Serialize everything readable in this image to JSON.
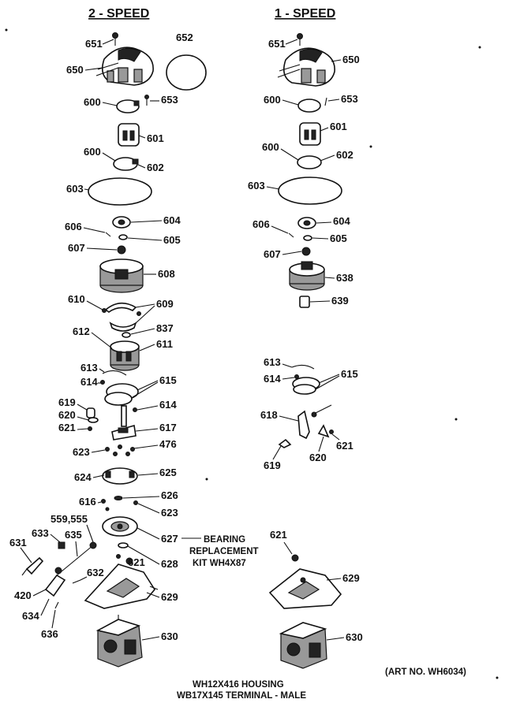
{
  "headings": {
    "two_speed": "2 - SPEED",
    "one_speed": "1 - SPEED"
  },
  "art_no": "(ART NO. WH6034)",
  "bearing_note": [
    "BEARING",
    "REPLACEMENT",
    "KIT WH4X87"
  ],
  "footer": [
    "WH12X416 HOUSING",
    "WB17X145 TERMINAL - MALE"
  ],
  "labels_left": [
    {
      "id": "651",
      "text": "651"
    },
    {
      "id": "652",
      "text": "652"
    },
    {
      "id": "650",
      "text": "650"
    },
    {
      "id": "600a",
      "text": "600"
    },
    {
      "id": "653",
      "text": "653"
    },
    {
      "id": "601",
      "text": "601"
    },
    {
      "id": "600b",
      "text": "600"
    },
    {
      "id": "602",
      "text": "602"
    },
    {
      "id": "603",
      "text": "603"
    },
    {
      "id": "604",
      "text": "604"
    },
    {
      "id": "606",
      "text": "606"
    },
    {
      "id": "605",
      "text": "605"
    },
    {
      "id": "607",
      "text": "607"
    },
    {
      "id": "608",
      "text": "608"
    },
    {
      "id": "610",
      "text": "610"
    },
    {
      "id": "609",
      "text": "609"
    },
    {
      "id": "837",
      "text": "837"
    },
    {
      "id": "612",
      "text": "612"
    },
    {
      "id": "611",
      "text": "611"
    },
    {
      "id": "613",
      "text": "613"
    },
    {
      "id": "615",
      "text": "615"
    },
    {
      "id": "614a",
      "text": "614"
    },
    {
      "id": "614b",
      "text": "614"
    },
    {
      "id": "619",
      "text": "619"
    },
    {
      "id": "620",
      "text": "620"
    },
    {
      "id": "621a",
      "text": "621"
    },
    {
      "id": "617",
      "text": "617"
    },
    {
      "id": "623a",
      "text": "623"
    },
    {
      "id": "476",
      "text": "476"
    },
    {
      "id": "624",
      "text": "624"
    },
    {
      "id": "625",
      "text": "625"
    },
    {
      "id": "616",
      "text": "616"
    },
    {
      "id": "626",
      "text": "626"
    },
    {
      "id": "623b",
      "text": "623"
    },
    {
      "id": "559",
      "text": "559,555"
    },
    {
      "id": "633",
      "text": "633"
    },
    {
      "id": "635",
      "text": "635"
    },
    {
      "id": "627",
      "text": "627"
    },
    {
      "id": "631",
      "text": "631"
    },
    {
      "id": "621b",
      "text": "621"
    },
    {
      "id": "628",
      "text": "628"
    },
    {
      "id": "632",
      "text": "632"
    },
    {
      "id": "420",
      "text": "420"
    },
    {
      "id": "629",
      "text": "629"
    },
    {
      "id": "634",
      "text": "634"
    },
    {
      "id": "636",
      "text": "636"
    },
    {
      "id": "630",
      "text": "630"
    }
  ],
  "labels_right": [
    {
      "id": "651",
      "text": "651"
    },
    {
      "id": "650",
      "text": "650"
    },
    {
      "id": "600a",
      "text": "600"
    },
    {
      "id": "653",
      "text": "653"
    },
    {
      "id": "601",
      "text": "601"
    },
    {
      "id": "600b",
      "text": "600"
    },
    {
      "id": "602",
      "text": "602"
    },
    {
      "id": "603",
      "text": "603"
    },
    {
      "id": "606",
      "text": "606"
    },
    {
      "id": "604",
      "text": "604"
    },
    {
      "id": "605",
      "text": "605"
    },
    {
      "id": "607",
      "text": "607"
    },
    {
      "id": "638",
      "text": "638"
    },
    {
      "id": "639",
      "text": "639"
    },
    {
      "id": "613",
      "text": "613"
    },
    {
      "id": "615",
      "text": "615"
    },
    {
      "id": "614",
      "text": "614"
    },
    {
      "id": "618",
      "text": "618"
    },
    {
      "id": "621a",
      "text": "621"
    },
    {
      "id": "620",
      "text": "620"
    },
    {
      "id": "619",
      "text": "619"
    },
    {
      "id": "621b",
      "text": "621"
    },
    {
      "id": "629",
      "text": "629"
    },
    {
      "id": "630",
      "text": "630"
    }
  ]
}
